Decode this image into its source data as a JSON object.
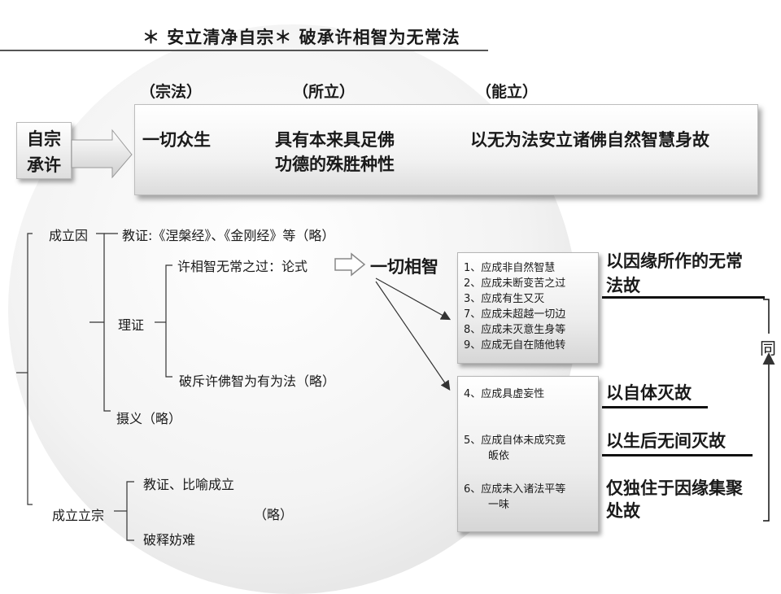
{
  "title": "＊ 安立清净自宗＊ 破承许相智为无常法",
  "roles": {
    "thesis": "（宗法）",
    "predicate": "（所立）",
    "reason": "（能立）"
  },
  "zizong": {
    "line1": "自宗",
    "line2": "承许"
  },
  "main_statement": {
    "subject": "一切众生",
    "predicate_line1": "具有本来具足佛",
    "predicate_line2": "功德的殊胜种性",
    "reason": "以无为法安立诸佛自然智慧身故"
  },
  "tree": {
    "chengliyin": "成立因",
    "jiaozheng": "教证:《涅槃经》、《金刚经》等（略）",
    "lizheng": "理证",
    "xuxiangzhi": "许相智无常之过：论式",
    "yiqiexiangzhi": "一切相智",
    "poche": "破斥许佛智为有为法（略）",
    "sheyi": "摄义（略）",
    "chenglizong": "成立立宗",
    "jiaozheng_biyu": "教证、比喻成立",
    "lue": "（略）",
    "poshi": "破释妨难"
  },
  "box_upper": {
    "items": [
      "1、应成非自然智慧",
      "2、应成未断变苦之过",
      "3、应成有生又灭",
      "7、应成未超越一切边",
      "8、应成未灭意生身等",
      "9、应成无自在随他转"
    ],
    "conclusion_line1": "以因缘所作的无常",
    "conclusion_line2": "法故"
  },
  "box_lower": {
    "item4": "4、应成具虚妄性",
    "item5_line1": "5、应成自体未成究竟",
    "item5_line2": "皈依",
    "item6_line1": "6、应成未入诸法平等",
    "item6_line2": "一味",
    "conclusion4": "以自体灭故",
    "conclusion5": "以生后无间灭故",
    "conclusion6_line1": "仅独住于因缘集聚",
    "conclusion6_line2": "处故"
  },
  "tong": "同"
}
